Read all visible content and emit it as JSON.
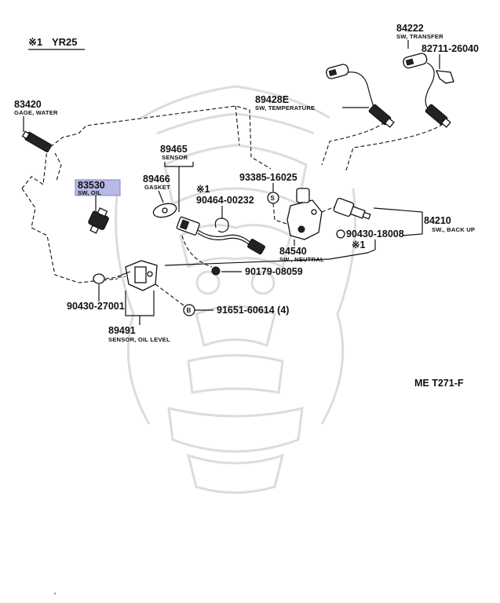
{
  "header": {
    "model_mark": "※1",
    "model": "YR25"
  },
  "ref_code": "ME  T271-F",
  "footer_mark": ",",
  "callouts": {
    "p83420": {
      "num": "83420",
      "desc": "GAGE, WATER"
    },
    "p83530": {
      "num": "83530",
      "desc": "SW, OIL"
    },
    "p89465": {
      "num": "89465",
      "desc": "SENSOR"
    },
    "p89466": {
      "num": "89466",
      "desc": "GASKET"
    },
    "mark1a": "※1",
    "p90464": {
      "num": "90464-00232"
    },
    "p93385": {
      "num": "93385-16025"
    },
    "p89428": {
      "num": "89428E",
      "desc": "SW, TEMPERATURE"
    },
    "p84222": {
      "num": "84222",
      "desc": "SW, TRANSFER"
    },
    "p82711": {
      "num": "82711-26040"
    },
    "p84210": {
      "num": "84210",
      "desc": "SW., BACK UP"
    },
    "p90430b": {
      "num": "90430-18008"
    },
    "mark1b": "※1",
    "p84540": {
      "num": "84540",
      "desc": "SW., NEUTRAL"
    },
    "p90179": {
      "num": "90179-08059"
    },
    "p90430a": {
      "num": "90430-27001"
    },
    "p91651": {
      "num": "91651-60614 (4)"
    },
    "p89491": {
      "num": "89491",
      "desc": "SENSOR, OIL LEVEL"
    },
    "mark_s": "S",
    "mark_b": "B"
  },
  "highlight_color": "#b7b9e6",
  "watermark_color": "#d4d4d4"
}
